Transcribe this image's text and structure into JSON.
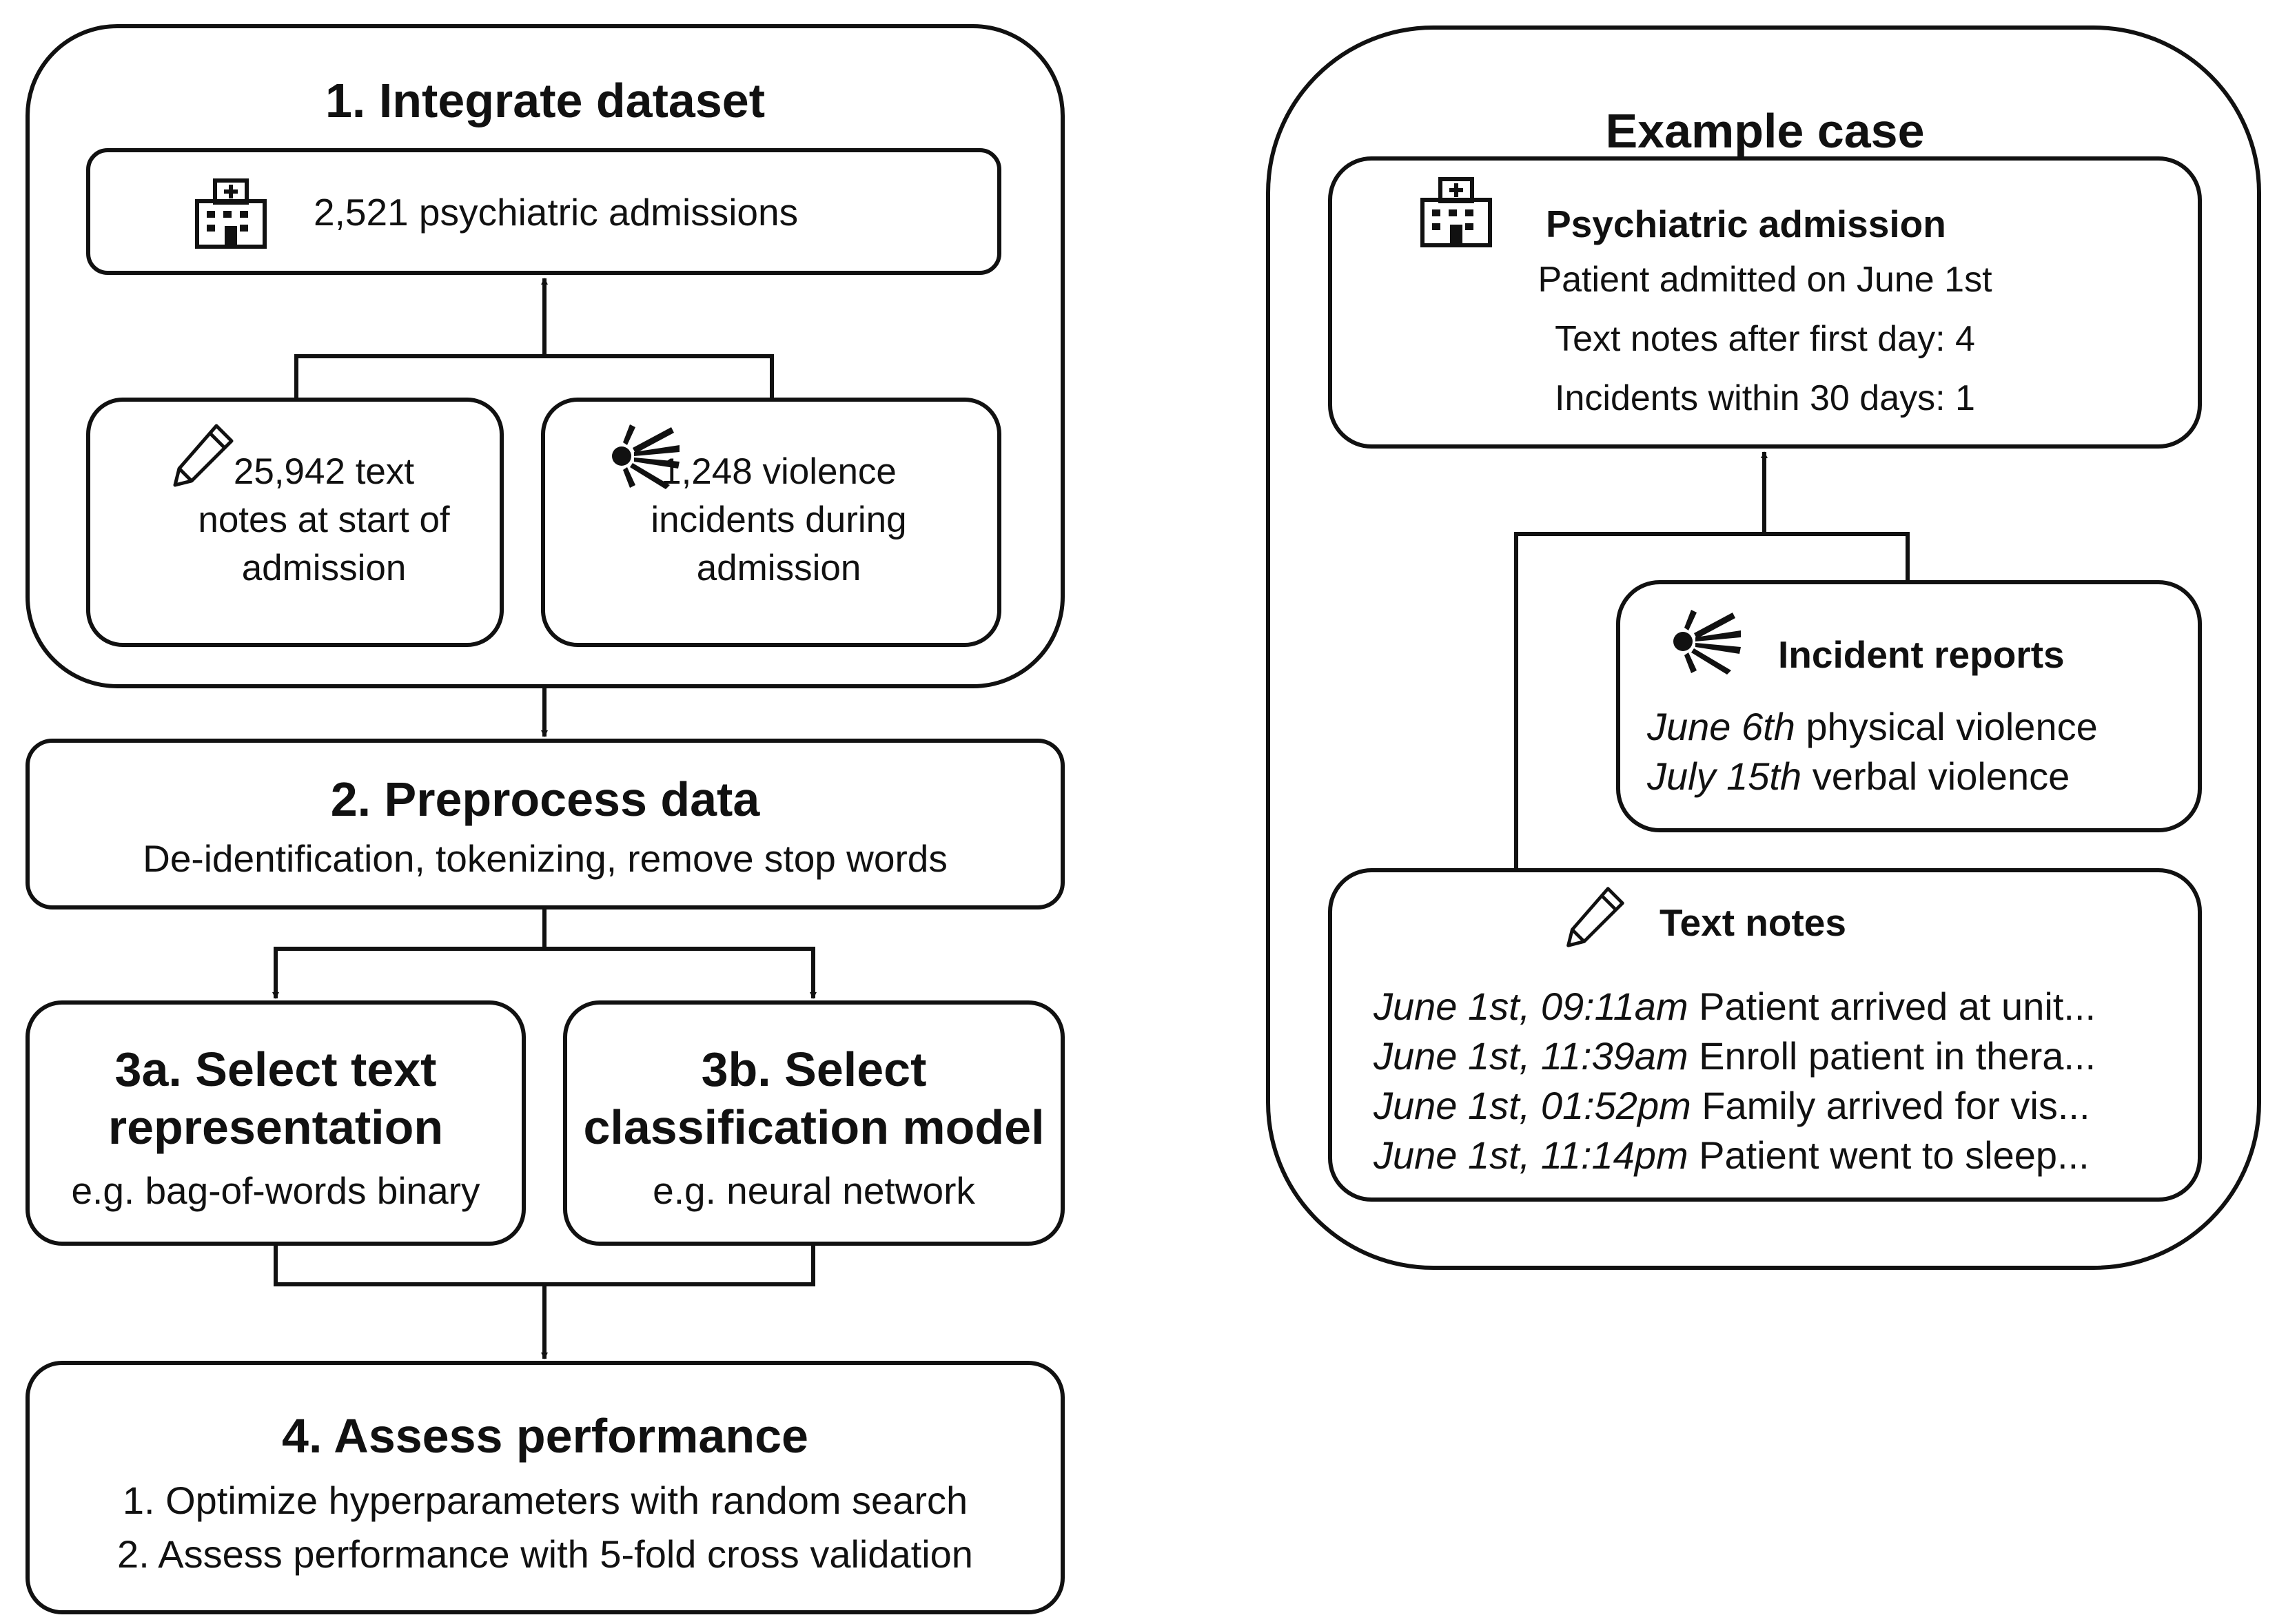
{
  "step1": {
    "title": "1. Integrate dataset",
    "admissions": "2,521 psychiatric admissions",
    "notes": "25,942 text notes at start of admission",
    "incidents": "1,248 violence incidents during admission"
  },
  "step2": {
    "title": "2. Preprocess data",
    "desc": "De-identification, tokenizing, remove stop words"
  },
  "step3a": {
    "title": "3a. Select text representation",
    "desc": "e.g. bag-of-words binary"
  },
  "step3b": {
    "title": "3b. Select classification model",
    "desc": "e.g. neural network"
  },
  "step4": {
    "title": "4. Assess performance",
    "line1": "1. Optimize hyperparameters with random search",
    "line2": "2. Assess performance with 5-fold cross validation"
  },
  "example": {
    "title": "Example case",
    "admission": {
      "title": "Psychiatric admission",
      "lines": [
        "Patient admitted on June 1st",
        "Text notes after first day: 4",
        "Incidents within 30 days: 1"
      ]
    },
    "incidents": {
      "title": "Incident reports",
      "rows": [
        {
          "date": "June 6th",
          "text": " physical violence"
        },
        {
          "date": "July 15th",
          "text": " verbal violence"
        }
      ]
    },
    "notes": {
      "title": "Text notes",
      "rows": [
        {
          "date": "June 1st, 09:11am",
          "text": " Patient arrived at unit..."
        },
        {
          "date": "June 1st, 11:39am",
          "text": " Enroll patient in thera..."
        },
        {
          "date": "June 1st, 01:52pm",
          "text": " Family arrived for vis..."
        },
        {
          "date": "June 1st, 11:14pm",
          "text": " Patient went to sleep..."
        }
      ]
    }
  },
  "icons": [
    "hospital-icon",
    "pencil-icon",
    "explosion-icon"
  ],
  "colors": {
    "stroke": "#111111",
    "background": "#ffffff"
  }
}
